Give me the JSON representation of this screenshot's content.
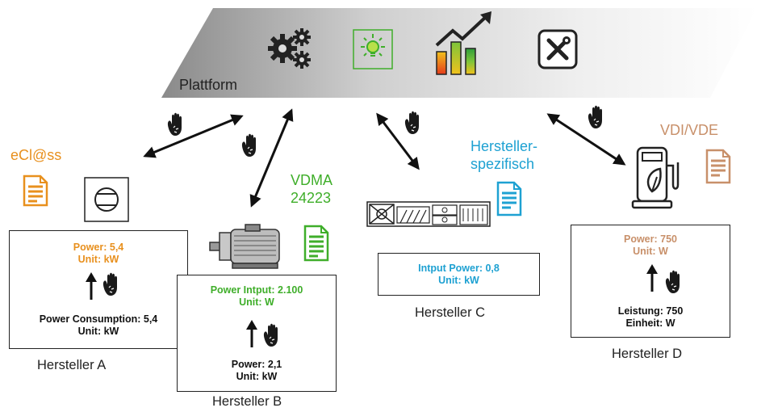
{
  "colors": {
    "orange": "#e8901e",
    "green": "#3fae2a",
    "blue": "#1ea1d2",
    "tan": "#c8906a",
    "dark": "#222222"
  },
  "platform": {
    "label": "Plattform",
    "icons": [
      "gears-icon",
      "lightbulb-icon",
      "bar-chart-trend-icon",
      "tools-icon"
    ]
  },
  "standards": {
    "eclass": "eCl@ss",
    "vdma_line1": "VDMA",
    "vdma_line2": "24223",
    "hersteller_line1": "Hersteller-",
    "hersteller_line2": "spezifisch",
    "vdi": "VDI/VDE"
  },
  "manufacturers": {
    "a": {
      "name": "Hersteller A",
      "top_line1": "Power: 5,4",
      "top_line2": "Unit: kW",
      "bottom_line1": "Power Consumption: 5,4",
      "bottom_line2": "Unit: kW"
    },
    "b": {
      "name": "Hersteller B",
      "top_line1": "Power Intput: 2.100",
      "top_line2": "Unit: W",
      "bottom_line1": "Power: 2,1",
      "bottom_line2": "Unit: kW"
    },
    "c": {
      "name": "Hersteller C",
      "top_line1": "Intput Power: 0,8",
      "top_line2": "Unit: kW"
    },
    "d": {
      "name": "Hersteller D",
      "top_line1": "Power: 750",
      "top_line2": "Unit: W",
      "bottom_line1": "Leistung: 750",
      "bottom_line2": "Einheit: W"
    }
  }
}
